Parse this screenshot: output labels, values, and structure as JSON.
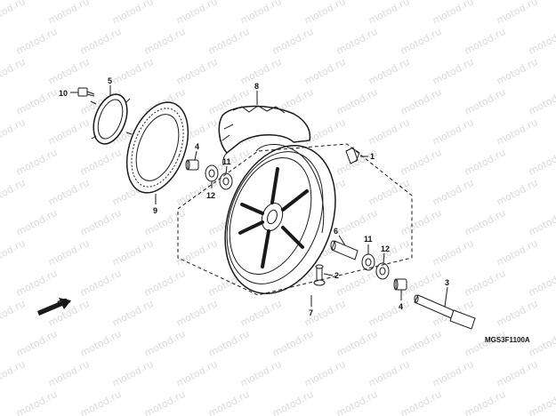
{
  "watermark_text": "motod.ru",
  "diagram_code": "MGS3F1100A",
  "front_marker": "FR.",
  "callouts": {
    "c1": "1",
    "c2": "2",
    "c3": "3",
    "c4a": "4",
    "c4b": "4",
    "c5": "5",
    "c6": "6",
    "c7": "7",
    "c8": "8",
    "c9": "9",
    "c10": "10",
    "c11a": "11",
    "c11b": "11",
    "c12a": "12",
    "c12b": "12"
  },
  "colors": {
    "line": "#1a1a1a",
    "watermark": "#d9d9d9",
    "background": "#ffffff"
  }
}
